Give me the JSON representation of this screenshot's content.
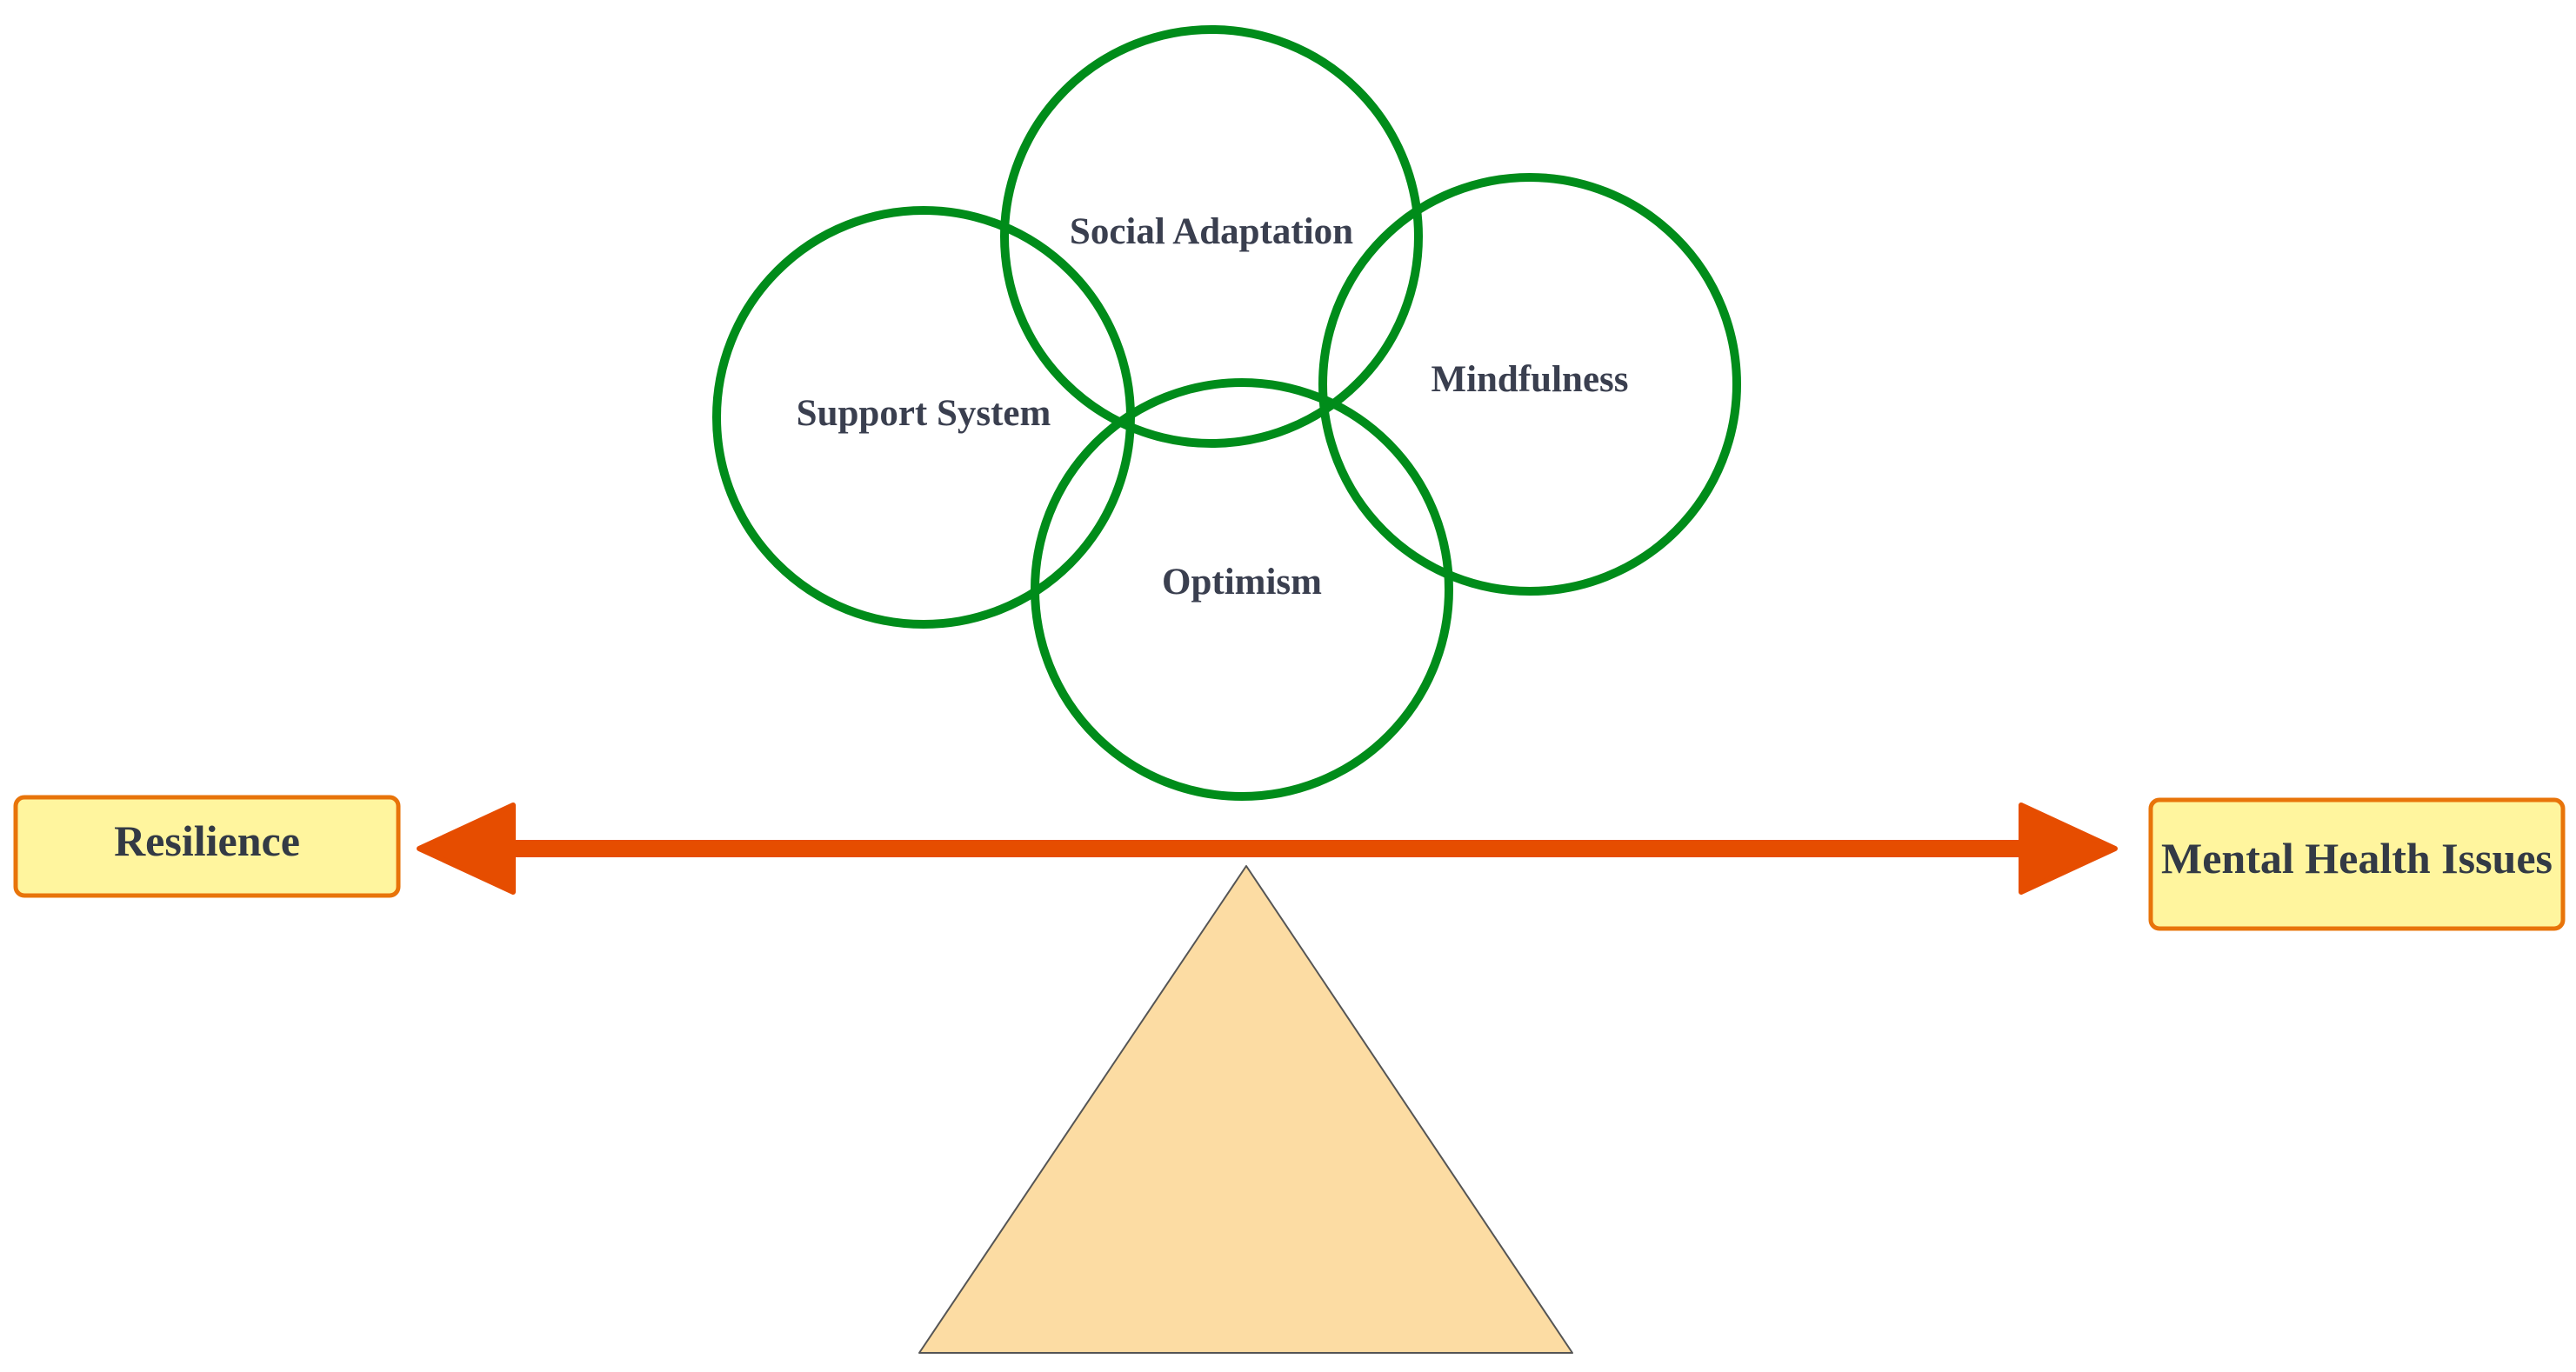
{
  "circles": {
    "social_adaptation": "Social Adaptation",
    "support_system": "Support System",
    "mindfulness": "Mindfulness",
    "optimism": "Optimism"
  },
  "boxes": {
    "left": "Resilience",
    "right": "Mental Health Issues"
  },
  "colors": {
    "circle_stroke": "#008c1a",
    "arrow": "#e64d00",
    "box_fill": "#fff59e",
    "box_stroke": "#e8740a",
    "fulcrum_fill": "#fcdca3",
    "fulcrum_stroke": "#555555",
    "text": "#333a45"
  }
}
